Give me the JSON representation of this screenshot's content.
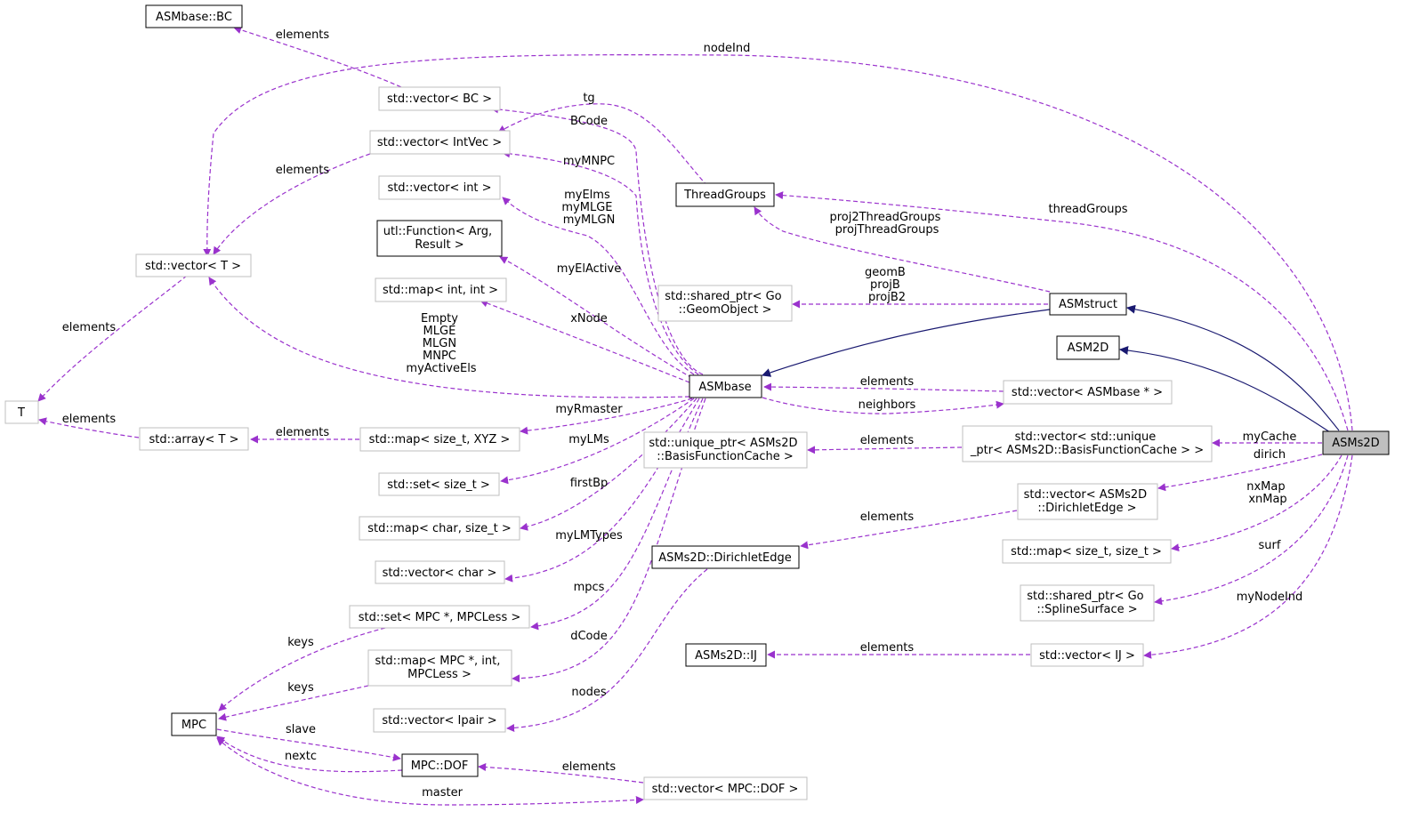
{
  "diagram": {
    "colors": {
      "member_edge": "#9a32cd",
      "inherit_edge": "#191970",
      "node_border_documented": "#000000",
      "node_border_undocumented": "#bfbfbf",
      "focus_fill": "#bfbfbf"
    },
    "nodes": [
      {
        "id": "asmbase_bc",
        "label": [
          "ASMbase::BC"
        ],
        "style": "solid"
      },
      {
        "id": "vec_bc",
        "label": [
          "std::vector< BC >"
        ],
        "style": "grey"
      },
      {
        "id": "vec_intvec",
        "label": [
          "std::vector< IntVec >"
        ],
        "style": "grey"
      },
      {
        "id": "vec_int",
        "label": [
          "std::vector< int >"
        ],
        "style": "grey"
      },
      {
        "id": "utl_function",
        "label": [
          "utl::Function< Arg,",
          "Result >"
        ],
        "style": "solid"
      },
      {
        "id": "map_int_int",
        "label": [
          "std::map< int, int >"
        ],
        "style": "grey"
      },
      {
        "id": "vec_t",
        "label": [
          "std::vector< T >"
        ],
        "style": "grey"
      },
      {
        "id": "t",
        "label": [
          "T"
        ],
        "style": "grey"
      },
      {
        "id": "array_t",
        "label": [
          "std::array< T >"
        ],
        "style": "grey"
      },
      {
        "id": "map_sizet_xyz",
        "label": [
          "std::map< size_t, XYZ >"
        ],
        "style": "grey"
      },
      {
        "id": "set_sizet",
        "label": [
          "std::set< size_t >"
        ],
        "style": "grey"
      },
      {
        "id": "map_char_sizet",
        "label": [
          "std::map< char, size_t >"
        ],
        "style": "grey"
      },
      {
        "id": "vec_char",
        "label": [
          "std::vector< char >"
        ],
        "style": "grey"
      },
      {
        "id": "set_mpc",
        "label": [
          "std::set< MPC *, MPCLess >"
        ],
        "style": "grey"
      },
      {
        "id": "map_mpc_int",
        "label": [
          "std::map< MPC *, int,",
          "MPCLess >"
        ],
        "style": "grey"
      },
      {
        "id": "vec_ipair",
        "label": [
          "std::vector< Ipair >"
        ],
        "style": "grey"
      },
      {
        "id": "mpc",
        "label": [
          "MPC"
        ],
        "style": "solid"
      },
      {
        "id": "mpc_dof",
        "label": [
          "MPC::DOF"
        ],
        "style": "solid"
      },
      {
        "id": "vec_mpc_dof",
        "label": [
          "std::vector< MPC::DOF >"
        ],
        "style": "grey"
      },
      {
        "id": "threadgroups",
        "label": [
          "ThreadGroups"
        ],
        "style": "solid"
      },
      {
        "id": "shptr_geom",
        "label": [
          "std::shared_ptr< Go",
          "::GeomObject >"
        ],
        "style": "grey"
      },
      {
        "id": "asmbase",
        "label": [
          "ASMbase"
        ],
        "style": "solid"
      },
      {
        "id": "uptr_bfc",
        "label": [
          "std::unique_ptr< ASMs2D",
          "::BasisFunctionCache >"
        ],
        "style": "grey"
      },
      {
        "id": "dirichletedge",
        "label": [
          "ASMs2D::DirichletEdge"
        ],
        "style": "solid"
      },
      {
        "id": "asms2d_ij",
        "label": [
          "ASMs2D::IJ"
        ],
        "style": "solid"
      },
      {
        "id": "asmstruct",
        "label": [
          "ASMstruct"
        ],
        "style": "solid"
      },
      {
        "id": "asm2d",
        "label": [
          "ASM2D"
        ],
        "style": "solid"
      },
      {
        "id": "vec_asmbase_ptr",
        "label": [
          "std::vector< ASMbase * >"
        ],
        "style": "grey"
      },
      {
        "id": "vec_uptr_bfc",
        "label": [
          "std::vector< std::unique",
          "_ptr< ASMs2D::BasisFunctionCache > >"
        ],
        "style": "grey"
      },
      {
        "id": "vec_dirichletedge",
        "label": [
          "std::vector< ASMs2D",
          "::DirichletEdge >"
        ],
        "style": "grey"
      },
      {
        "id": "map_sizet_sizet",
        "label": [
          "std::map< size_t, size_t >"
        ],
        "style": "grey"
      },
      {
        "id": "shptr_spline",
        "label": [
          "std::shared_ptr< Go",
          "::SplineSurface >"
        ],
        "style": "grey"
      },
      {
        "id": "vec_ij",
        "label": [
          "std::vector< IJ >"
        ],
        "style": "grey"
      },
      {
        "id": "asms2d",
        "label": [
          "ASMs2D"
        ],
        "style": "focus"
      }
    ],
    "edges": [
      {
        "id": "e1",
        "kind": "member",
        "label": [
          "elements"
        ]
      },
      {
        "id": "e2",
        "kind": "member",
        "label": [
          "nodeInd"
        ]
      },
      {
        "id": "e3",
        "kind": "member",
        "label": [
          "tg"
        ]
      },
      {
        "id": "e4",
        "kind": "member",
        "label": [
          "elements"
        ]
      },
      {
        "id": "e5",
        "kind": "member",
        "label": [
          "elements"
        ]
      },
      {
        "id": "e6",
        "kind": "member",
        "label": [
          "Empty",
          "MLGE",
          "MLGN",
          "MNPC",
          "myActiveEls"
        ]
      },
      {
        "id": "e7",
        "kind": "member",
        "label": [
          "elements"
        ]
      },
      {
        "id": "e8",
        "kind": "member",
        "label": [
          "elements"
        ]
      },
      {
        "id": "e9",
        "kind": "member",
        "label": [
          "BCode"
        ]
      },
      {
        "id": "e10",
        "kind": "member",
        "label": [
          "myMNPC"
        ]
      },
      {
        "id": "e11",
        "kind": "member",
        "label": [
          "myElms",
          "myMLGE",
          "myMLGN"
        ]
      },
      {
        "id": "e12",
        "kind": "member",
        "label": [
          "myElActive"
        ]
      },
      {
        "id": "e13",
        "kind": "member",
        "label": [
          "xNode"
        ]
      },
      {
        "id": "e14",
        "kind": "member",
        "label": [
          "myRmaster"
        ]
      },
      {
        "id": "e15",
        "kind": "member",
        "label": [
          "myLMs"
        ]
      },
      {
        "id": "e16",
        "kind": "member",
        "label": [
          "firstBp"
        ]
      },
      {
        "id": "e17",
        "kind": "member",
        "label": [
          "myLMTypes"
        ]
      },
      {
        "id": "e18",
        "kind": "member",
        "label": [
          "mpcs"
        ]
      },
      {
        "id": "e19",
        "kind": "member",
        "label": [
          "dCode"
        ]
      },
      {
        "id": "e20",
        "kind": "member",
        "label": [
          "nodes"
        ]
      },
      {
        "id": "e21",
        "kind": "member",
        "label": [
          "keys"
        ]
      },
      {
        "id": "e22",
        "kind": "member",
        "label": [
          "keys"
        ]
      },
      {
        "id": "e23",
        "kind": "member",
        "label": [
          "slave"
        ]
      },
      {
        "id": "e24",
        "kind": "member",
        "label": [
          "nextc"
        ]
      },
      {
        "id": "e25",
        "kind": "member",
        "label": [
          "master"
        ]
      },
      {
        "id": "e26",
        "kind": "member",
        "label": [
          "elements"
        ]
      },
      {
        "id": "e27",
        "kind": "member",
        "label": [
          "threadGroups"
        ]
      },
      {
        "id": "e28",
        "kind": "member",
        "label": [
          "proj2ThreadGroups",
          "projThreadGroups"
        ]
      },
      {
        "id": "e29",
        "kind": "member",
        "label": [
          "geomB",
          "projB",
          "projB2"
        ]
      },
      {
        "id": "e30",
        "kind": "inherit",
        "label": []
      },
      {
        "id": "e31",
        "kind": "inherit",
        "label": []
      },
      {
        "id": "e32",
        "kind": "inherit",
        "label": []
      },
      {
        "id": "e33",
        "kind": "member",
        "label": [
          "elements"
        ]
      },
      {
        "id": "e34",
        "kind": "member",
        "label": [
          "neighbors"
        ]
      },
      {
        "id": "e35",
        "kind": "member",
        "label": [
          "myCache"
        ]
      },
      {
        "id": "e36",
        "kind": "member",
        "label": [
          "elements"
        ]
      },
      {
        "id": "e37",
        "kind": "member",
        "label": [
          "dirich"
        ]
      },
      {
        "id": "e38",
        "kind": "member",
        "label": [
          "elements"
        ]
      },
      {
        "id": "e39",
        "kind": "member",
        "label": [
          "nxMap",
          "xnMap"
        ]
      },
      {
        "id": "e40",
        "kind": "member",
        "label": [
          "surf"
        ]
      },
      {
        "id": "e41",
        "kind": "member",
        "label": [
          "myNodeInd"
        ]
      },
      {
        "id": "e42",
        "kind": "member",
        "label": [
          "elements"
        ]
      }
    ]
  }
}
